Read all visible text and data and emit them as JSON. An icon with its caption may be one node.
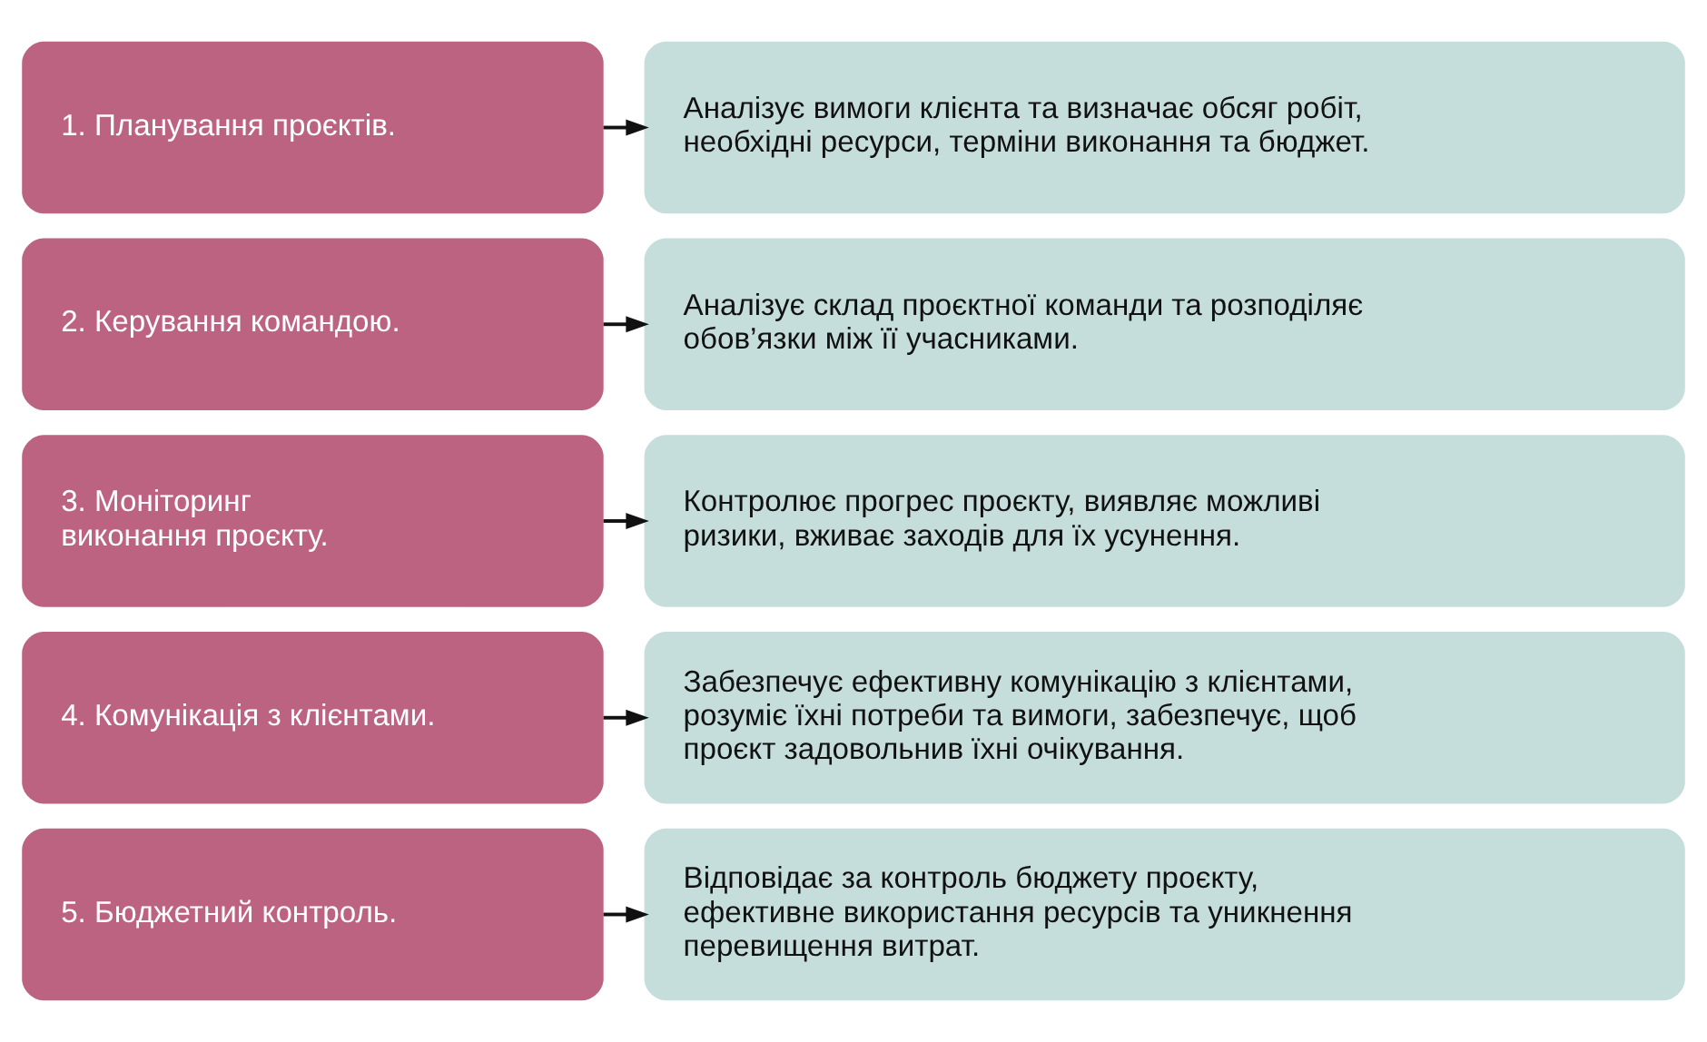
{
  "diagram": {
    "nodes": [
      {
        "text": [
          "1. Планування проєктів."
        ]
      },
      {
        "text": [
          "Аналізує вимоги клієнта та визначає обсяг робіт, необхідні ресурси, терміни виконання та бюджет."
        ]
      },
      {
        "text": [
          "2. Керування командою."
        ]
      },
      {
        "text": [
          "Аналізує склад проєктної команди та розподіляє обов’язки між її учасниками."
        ]
      },
      {
        "text": [
          "3. Моніторинг виконання проєкту."
        ]
      },
      {
        "text": [
          "Контролює прогрес проєкту, виявляє можливі ризики, вживає заходів для їх усунення."
        ]
      },
      {
        "text": [
          "4. Комунікація з клієнтами."
        ]
      },
      {
        "text": [
          "Забезпечує ефективну комунікацію з клієнтами, розуміє їхні потреби та вимоги, забезпечує, щоб проєкт задовольнив їхні очікування."
        ]
      },
      {
        "text": [
          "5. Бюджетний контроль."
        ]
      },
      {
        "text": [
          "Відповідає за контроль бюджету проєкту, ефективне використання ресурсів та уникнення перевищення витрат."
        ]
      }
    ],
    "edges": [
      {
        "from": 0,
        "to": 1,
        "arrow": "to"
      },
      {
        "from": 2,
        "to": 3,
        "arrow": "to"
      },
      {
        "from": 4,
        "to": 5,
        "arrow": "to"
      },
      {
        "from": 6,
        "to": 7,
        "arrow": "to"
      },
      {
        "from": 8,
        "to": 9,
        "arrow": "to"
      }
    ]
  }
}
